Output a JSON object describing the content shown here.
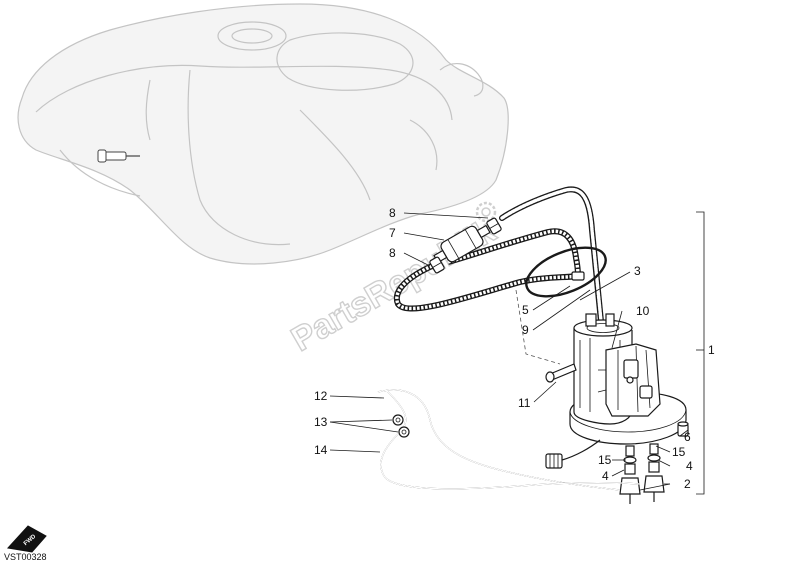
{
  "watermark": "PartsRepublik",
  "drawing_code": "VST00328",
  "fwd_badge": "FWD",
  "callouts": {
    "c8a": "8",
    "c7": "7",
    "c8b": "8",
    "c3": "3",
    "c5": "5",
    "c9": "9",
    "c10": "10",
    "c1": "1",
    "c11": "11",
    "c12": "12",
    "c13": "13",
    "c14": "14",
    "c6": "6",
    "c15a": "15",
    "c15b": "15",
    "c4a": "4",
    "c4b": "4",
    "c2": "2"
  }
}
